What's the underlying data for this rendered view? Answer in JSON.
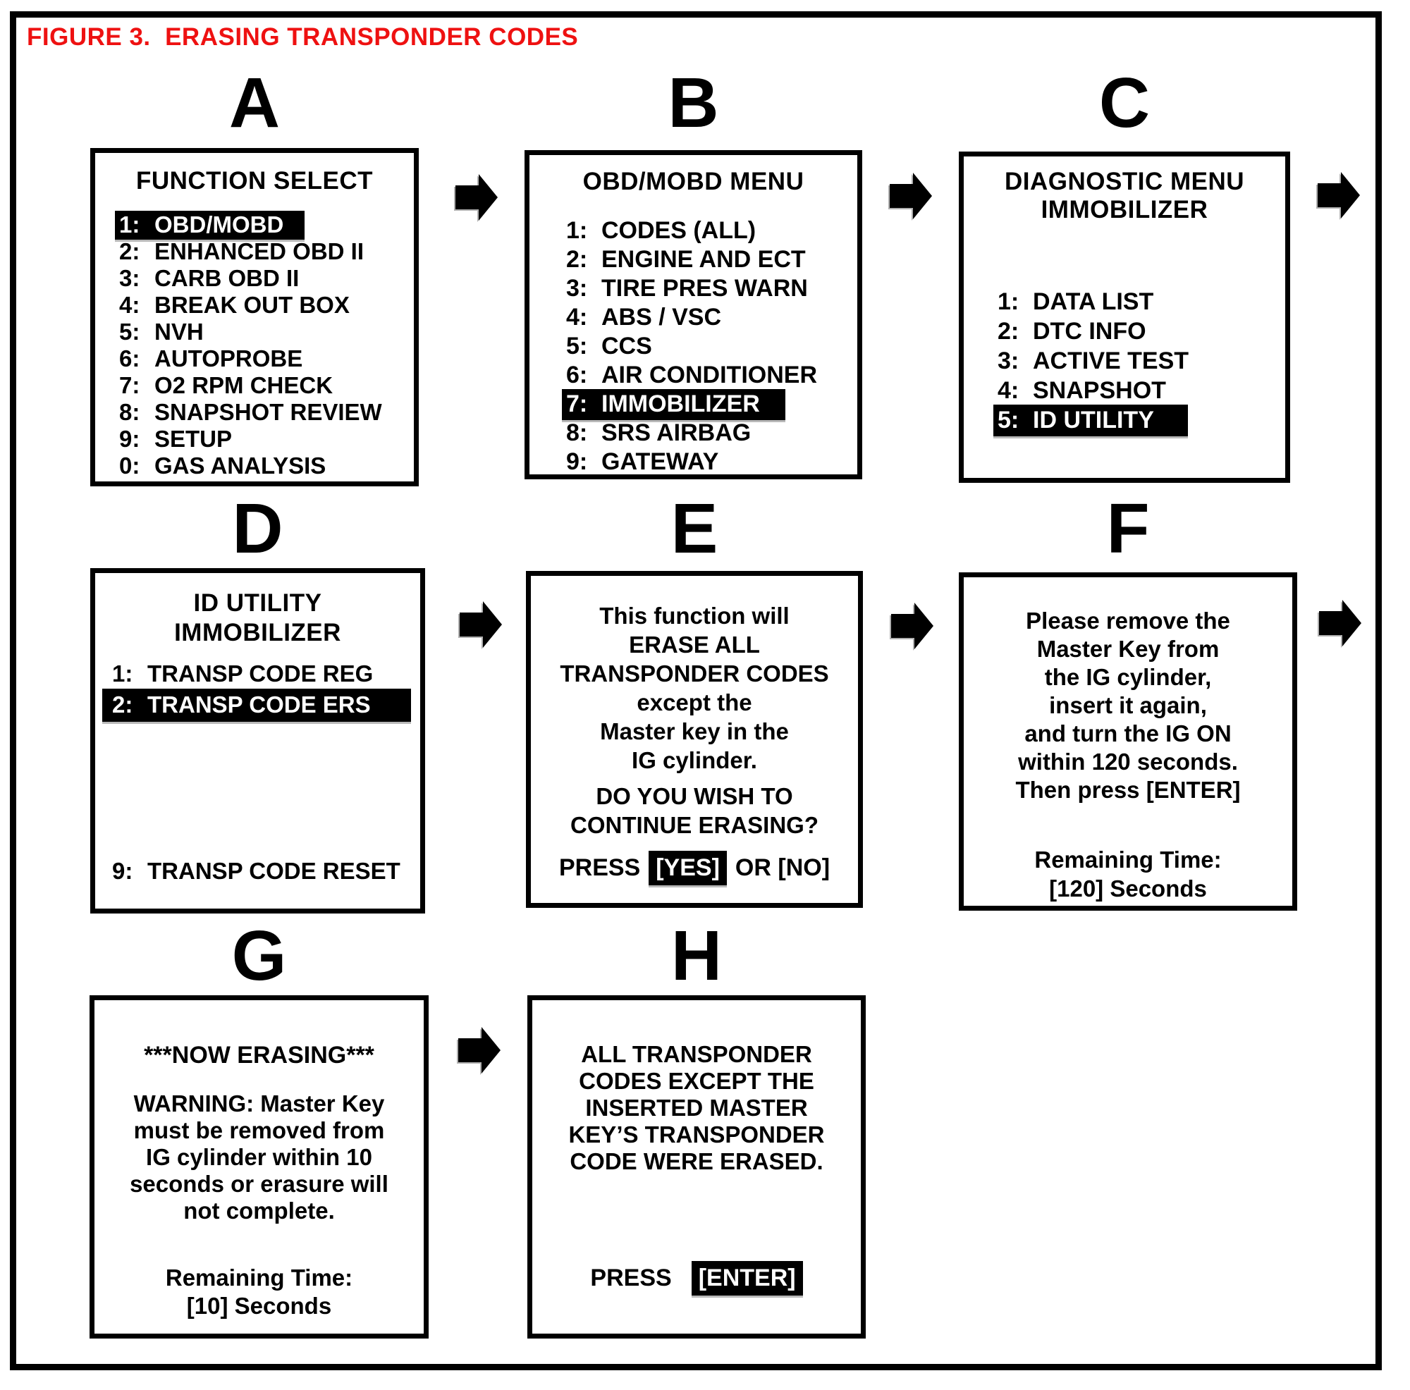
{
  "figure": {
    "title": "FIGURE 3.  ERASING TRANSPONDER CODES",
    "title_color": "#ee1111",
    "background": "#ffffff",
    "border_color": "#000000",
    "highlight": {
      "bg": "#000000",
      "fg": "#ffffff"
    },
    "arrow_icon": "right-block-arrow",
    "arrow_count": 7
  },
  "panels": {
    "a": {
      "letter": "A",
      "title": "FUNCTION SELECT",
      "items": [
        {
          "num": "1:",
          "label": "OBD/MOBD",
          "highlighted": true
        },
        {
          "num": "2:",
          "label": "ENHANCED OBD II",
          "highlighted": false
        },
        {
          "num": "3:",
          "label": "CARB OBD II",
          "highlighted": false
        },
        {
          "num": "4:",
          "label": "BREAK OUT BOX",
          "highlighted": false
        },
        {
          "num": "5:",
          "label": "NVH",
          "highlighted": false
        },
        {
          "num": "6:",
          "label": "AUTOPROBE",
          "highlighted": false
        },
        {
          "num": "7:",
          "label": "O2 RPM CHECK",
          "highlighted": false
        },
        {
          "num": "8:",
          "label": "SNAPSHOT REVIEW",
          "highlighted": false
        },
        {
          "num": "9:",
          "label": "SETUP",
          "highlighted": false
        },
        {
          "num": "0:",
          "label": "GAS ANALYSIS",
          "highlighted": false
        }
      ]
    },
    "b": {
      "letter": "B",
      "title": "OBD/MOBD MENU",
      "items": [
        {
          "num": "1:",
          "label": "CODES (ALL)",
          "highlighted": false
        },
        {
          "num": "2:",
          "label": "ENGINE AND ECT",
          "highlighted": false
        },
        {
          "num": "3:",
          "label": "TIRE PRES WARN",
          "highlighted": false
        },
        {
          "num": "4:",
          "label": "ABS / VSC",
          "highlighted": false
        },
        {
          "num": "5:",
          "label": "CCS",
          "highlighted": false
        },
        {
          "num": "6:",
          "label": "AIR CONDITIONER",
          "highlighted": false
        },
        {
          "num": "7:",
          "label": "IMMOBILIZER",
          "highlighted": true
        },
        {
          "num": "8:",
          "label": "SRS AIRBAG",
          "highlighted": false
        },
        {
          "num": "9:",
          "label": "GATEWAY",
          "highlighted": false
        }
      ]
    },
    "c": {
      "letter": "C",
      "title_line1": "DIAGNOSTIC MENU",
      "title_line2": "IMMOBILIZER",
      "items": [
        {
          "num": "1:",
          "label": "DATA LIST",
          "highlighted": false
        },
        {
          "num": "2:",
          "label": "DTC INFO",
          "highlighted": false
        },
        {
          "num": "3:",
          "label": "ACTIVE TEST",
          "highlighted": false
        },
        {
          "num": "4:",
          "label": "SNAPSHOT",
          "highlighted": false
        },
        {
          "num": "5:",
          "label": "ID UTILITY",
          "highlighted": true
        }
      ]
    },
    "d": {
      "letter": "D",
      "title_line1": "ID UTILITY",
      "title_line2": "IMMOBILIZER",
      "items": [
        {
          "num": "1:",
          "label": "TRANSP CODE REG",
          "highlighted": false
        },
        {
          "num": "2:",
          "label": "TRANSP CODE ERS",
          "highlighted": true
        },
        {
          "num": "9:",
          "label": "TRANSP CODE RESET",
          "highlighted": false
        }
      ]
    },
    "e": {
      "letter": "E",
      "lines": [
        "This function will",
        "ERASE ALL",
        "TRANSPONDER CODES",
        "except the",
        "Master key in the",
        "IG cylinder."
      ],
      "question": [
        "DO YOU WISH TO",
        "CONTINUE ERASING?"
      ],
      "press": {
        "before": "PRESS",
        "highlight": "[YES]",
        "after": "OR [NO]"
      }
    },
    "f": {
      "letter": "F",
      "lines": [
        "Please remove the",
        "Master Key from",
        "the IG cylinder,",
        "insert it again,",
        "and turn the IG ON",
        "within 120 seconds.",
        "Then press [ENTER]"
      ],
      "footer": [
        "Remaining Time:",
        "[120] Seconds"
      ]
    },
    "g": {
      "letter": "G",
      "header": "***NOW ERASING***",
      "warning": [
        "WARNING: Master Key",
        "must be removed from",
        "IG cylinder within 10",
        "seconds or erasure will",
        "not complete."
      ],
      "footer": [
        "Remaining Time:",
        "[10] Seconds"
      ]
    },
    "h": {
      "letter": "H",
      "lines": [
        "ALL TRANSPONDER",
        "CODES EXCEPT THE",
        "INSERTED MASTER",
        "KEY’S TRANSPONDER",
        "CODE WERE ERASED."
      ],
      "press": {
        "before": "PRESS",
        "highlight": "[ENTER]"
      }
    }
  }
}
